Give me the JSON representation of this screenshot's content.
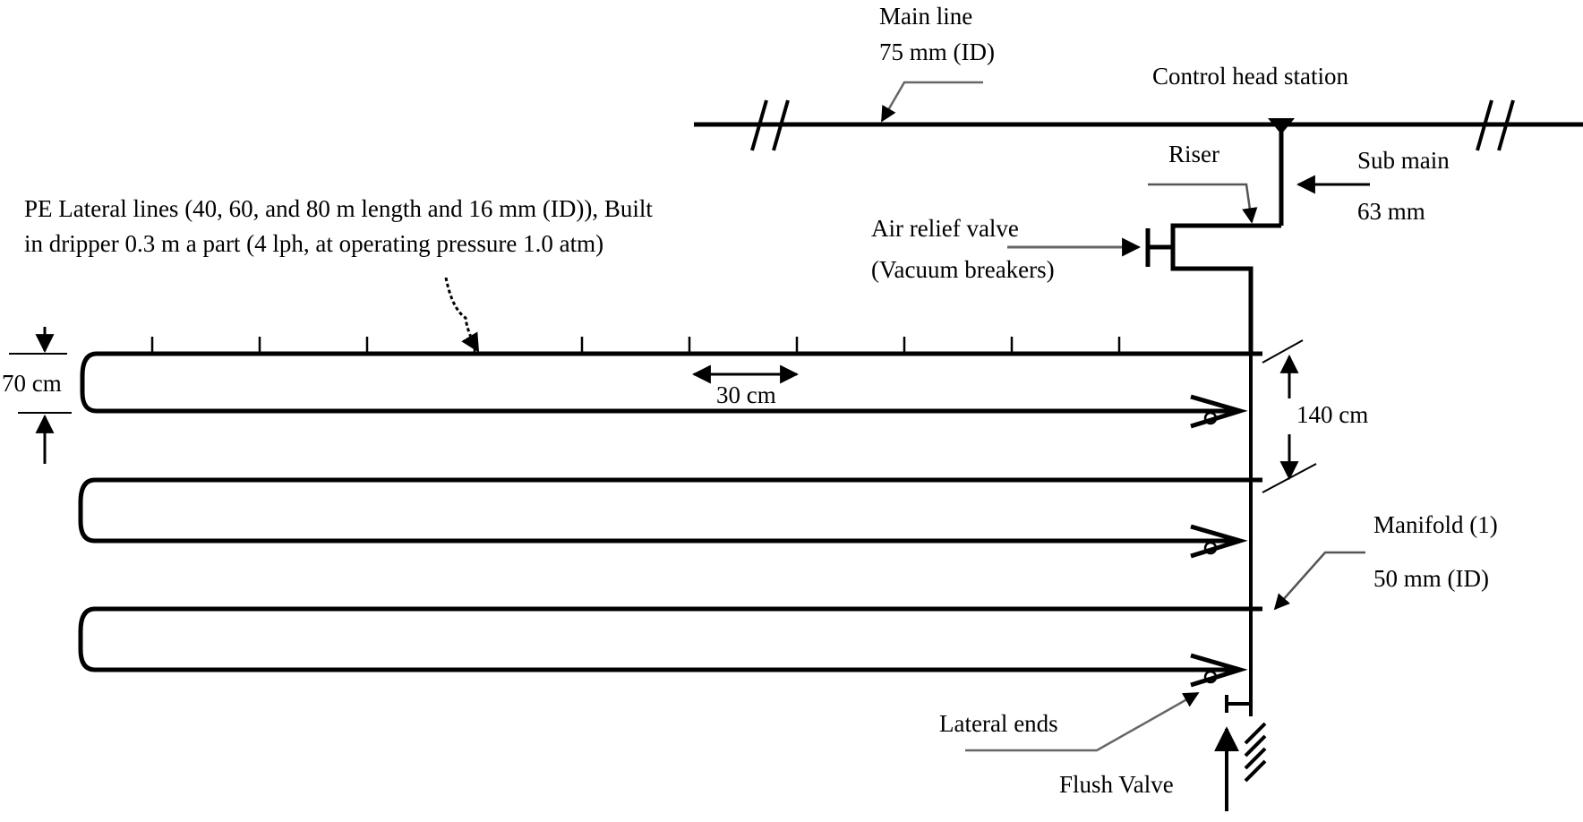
{
  "labels": {
    "main_line": "Main line",
    "main_line_size": "75 mm (ID)",
    "control_head": "Control head station",
    "riser": "Riser",
    "sub_main": "Sub main",
    "sub_main_size": "63 mm",
    "lateral_desc_1": "PE Lateral lines (40, 60, and 80 m length and 16 mm (ID)), Built",
    "lateral_desc_2": "in dripper 0.3 m a part (4 lph, at operating pressure 1.0 atm)",
    "air_relief": "Air relief valve",
    "air_relief_sub": "(Vacuum breakers)",
    "loop_spacing": "70 cm",
    "dripper_spacing": "30 cm",
    "lateral_spacing": "140 cm",
    "manifold": "Manifold (1)",
    "manifold_size": "50 mm (ID)",
    "lateral_ends": "Lateral ends",
    "flush_valve": "Flush Valve"
  },
  "colors": {
    "line": "#000000",
    "leader": "#555555"
  }
}
